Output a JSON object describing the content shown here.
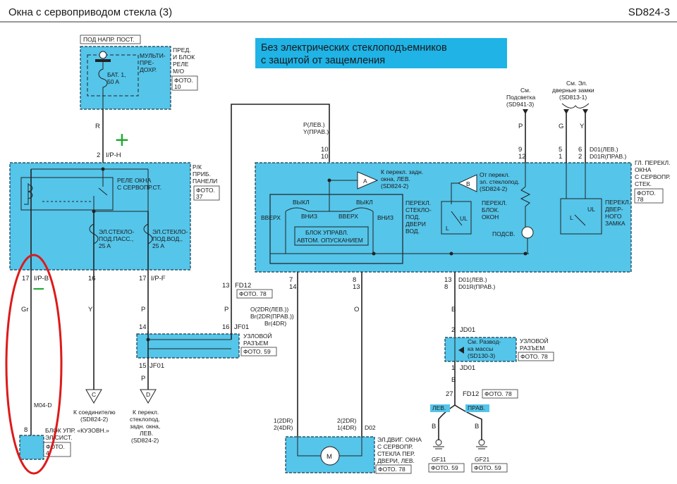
{
  "header": {
    "title": "Окна с сервоприводом стекла (3)",
    "code": "SD824-3"
  },
  "banner": [
    "Без электрических стеклоподъемников",
    "с защитой от защемления"
  ],
  "fuse_box": {
    "top_label": "ПОД НАПР. ПОСТ.",
    "side": [
      "ПРЕД.",
      "И БЛОК",
      "РЕЛЕ",
      "М/О"
    ],
    "inner": [
      "МУЛЬТИ-",
      "ПРЕ-",
      "ДОХР."
    ],
    "fuse": [
      "БАТ. 1,",
      "50 A"
    ],
    "photo": [
      "ФОТО.",
      "10"
    ]
  },
  "wire_r": {
    "color": "R",
    "pin": "2",
    "conn": "I/P-H"
  },
  "junction": {
    "side": [
      "Р/К",
      "ПРИБ.",
      "ПАНЕЛИ"
    ],
    "relay": [
      "РЕЛЕ ОКНА",
      "С СЕРВОПР.СТ."
    ],
    "fuse_pass": [
      "ЭЛ.СТЕКЛО-",
      "ПОД.ПАСС.,",
      "25 A"
    ],
    "fuse_drv": [
      "ЭЛ.СТЕКЛО-",
      "ПОД.ВОД.,",
      "25 A"
    ],
    "photo": [
      "ФОТО.",
      "37"
    ]
  },
  "pins_ip": {
    "b_pin": "17",
    "b_conn": "I/P-B",
    "pin16": "16",
    "f_pin": "17",
    "f_conn": "I/P-F"
  },
  "wires": {
    "gr": "Gr",
    "y": "Y",
    "p1": "P",
    "p2": "P",
    "p3": "P",
    "o": "O",
    "b1": "B",
    "b2": "B",
    "b3": "B",
    "b4": "B"
  },
  "left_bottom": {
    "conn": "M04-D",
    "pin": "8",
    "label": [
      "БЛОК УПР. «КУЗОВН.»",
      "ЭЛ.СИСТ."
    ],
    "photo": [
      "ФОТО.",
      "4"
    ]
  },
  "conn_c": {
    "letter": "C",
    "text": [
      "К соединителю",
      "(SD824-2)"
    ]
  },
  "conn_d": {
    "letter": "D",
    "text": [
      "К перекл.",
      "стеклопод.",
      "задн. окна,",
      "ЛЕВ.",
      "(SD824-2)"
    ]
  },
  "jf01": {
    "pin14": "14",
    "pin16": "16",
    "conn": "JF01",
    "pin15": "15",
    "conn2": "JF01",
    "label": [
      "УЗЛОВОЙ",
      "РАЗЪЕМ"
    ],
    "photo": "ФОТО. 59"
  },
  "fd12_top": {
    "pin": "13",
    "conn": "FD12",
    "photo": "ФОТО. 78"
  },
  "main_switch": {
    "top_pl": [
      "P(ЛЕВ.)",
      "Y(ПРАВ.)"
    ],
    "pins_top_l": [
      "10",
      "10"
    ],
    "pins_top_9": [
      "9",
      "12"
    ],
    "pins_top_5": [
      "5",
      "1"
    ],
    "pins_top_6": [
      "6",
      "2"
    ],
    "d01": [
      "D01(ЛЕВ.)",
      "D01R(ПРАВ.)"
    ],
    "side": [
      "ГЛ. ПЕРЕКЛ.",
      "ОКНА",
      "С СЕРВОПР.",
      "СТЕК."
    ],
    "photo": [
      "ФОТО.",
      "78"
    ],
    "tri_a": {
      "letter": "A",
      "text": [
        "К перекл. задн.",
        "окна, ЛЕВ.",
        "(SD824-2)"
      ]
    },
    "tri_b": {
      "letter": "B",
      "text": [
        "От перекл.",
        "эл. стеклопод.",
        "(SD824-2)"
      ]
    },
    "sw_drv": [
      "ПЕРЕКЛ.",
      "СТЕКЛО-",
      "ПОД.",
      "ДВЕРИ",
      "ВОД."
    ],
    "vykl1": "ВЫКЛ",
    "vykl2": "ВЫКЛ",
    "vverh1": "ВВЕРХ",
    "vniz1": "ВНИЗ",
    "vniz2": "ВНИЗ",
    "vverh2": "ВВЕРХ",
    "auto": [
      "БЛОК УПРАВЛ.",
      "АВТОМ. ОПУСКАНИЕМ"
    ],
    "lock_sw": [
      "ПЕРЕКЛ.",
      "БЛОК.",
      "ОКОН"
    ],
    "ul1": "UL",
    "l1": "L",
    "backlight": "ПОДСВ.",
    "door_sw": [
      "ПЕРЕКЛ.",
      "ДВЕР-",
      "НОГО",
      "ЗАМКА"
    ],
    "ul2": "UL",
    "l2": "L",
    "pins_bot_1": [
      "7",
      "14"
    ],
    "pins_bot_2": [
      "8",
      "13"
    ],
    "pins_bot_3": [
      "13",
      "8"
    ],
    "d01b": [
      "D01(ЛЕВ.)",
      "D01R(ПРАВ.)"
    ]
  },
  "refs_top": {
    "light": [
      "См.",
      "Подсветка",
      "(SD941-3)"
    ],
    "locks": [
      "См. Эл.",
      "дверные замки",
      "(SD813-1)"
    ],
    "w_p": "P",
    "w_g": "G",
    "w_y": "Y"
  },
  "o_labels": [
    "O(2DR(ЛЕВ.))",
    "Br(2DR(ПРАВ.))",
    "Br(4DR)"
  ],
  "motor": {
    "label": [
      "ЭЛ.ДВИГ. ОКНА",
      "С СЕРВОПР.",
      "СТЕКЛА ПЕР.",
      "ДВЕРИ, ЛЕВ."
    ],
    "photo": "ФОТО. 78",
    "m": "M",
    "pl": [
      "1(2DR)",
      "2(4DR)"
    ],
    "pr": [
      "2(2DR)",
      "1(4DR)"
    ],
    "conn": "D02"
  },
  "jd01": {
    "pin2": "2",
    "conn": "JD01",
    "inner": [
      "См. Развод-",
      "ка массы",
      "(SD130-3)"
    ],
    "label": [
      "УЗЛОВОЙ",
      "РАЗЪЕМ"
    ],
    "photo": "ФОТО. 78",
    "pin1": "1",
    "conn2": "JD01"
  },
  "fd12_bot": {
    "pin": "27",
    "conn": "FD12",
    "photo": "ФОТО. 78"
  },
  "grounds": {
    "lev": "ЛЕВ.",
    "prav": "ПРАВ.",
    "gf11": "GF11",
    "gf21": "GF21",
    "ph1": "ФОТО. 59",
    "ph2": "ФОТО. 59"
  },
  "marks": {
    "plus": "+",
    "minus": "−"
  },
  "colors": {
    "box": "#55c5ea",
    "banner": "#1fb3e6",
    "mark_green": "#22aa33",
    "circle_red": "#dd1a1a"
  }
}
